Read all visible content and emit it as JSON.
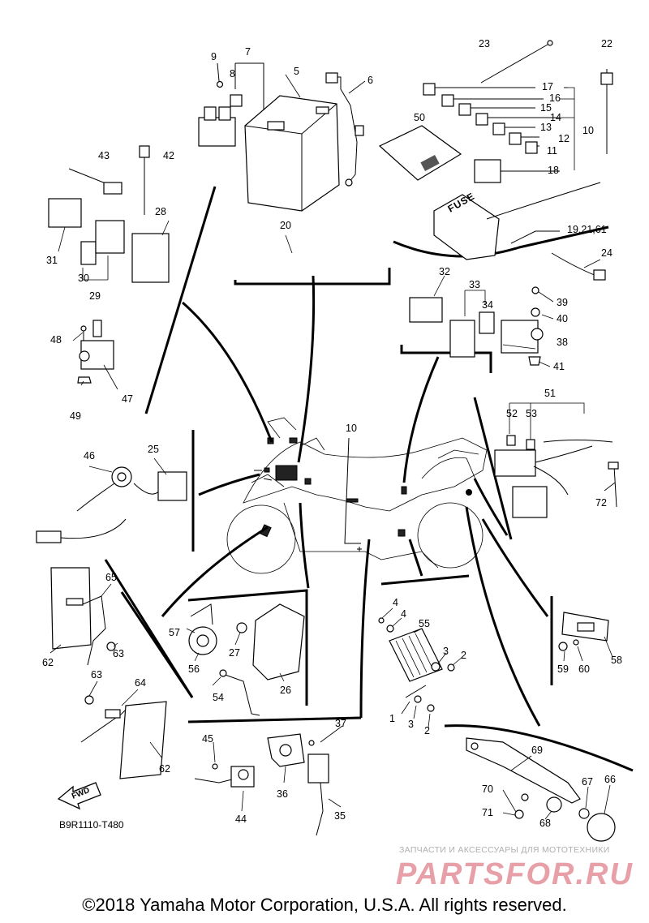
{
  "diagram": {
    "code": "B9R1110-T480",
    "fwd_label": "FWD",
    "fuse_box_label": "FUSE",
    "callouts": {
      "n1": "1",
      "n2a": "2",
      "n2b": "2",
      "n3a": "3",
      "n3b": "3",
      "n4a": "4",
      "n4b": "4",
      "n5": "5",
      "n6": "6",
      "n7": "7",
      "n8": "8",
      "n9": "9",
      "n10a": "10",
      "n10b": "10",
      "n11": "11",
      "n12": "12",
      "n13": "13",
      "n14": "14",
      "n15": "15",
      "n16": "16",
      "n17": "17",
      "n18": "18",
      "n19": "19,21,61",
      "n20": "20",
      "n22": "22",
      "n23": "23",
      "n24": "24",
      "n25": "25",
      "n26": "26",
      "n27": "27",
      "n28": "28",
      "n29": "29",
      "n30": "30",
      "n31": "31",
      "n32": "32",
      "n33": "33",
      "n34": "34",
      "n35": "35",
      "n36": "36",
      "n37": "37",
      "n38": "38",
      "n39": "39",
      "n40": "40",
      "n41": "41",
      "n42": "42",
      "n43": "43",
      "n44": "44",
      "n45": "45",
      "n46": "46",
      "n47": "47",
      "n48": "48",
      "n49": "49",
      "n50": "50",
      "n51": "51",
      "n52": "52",
      "n53": "53",
      "n54": "54",
      "n55": "55",
      "n56": "56",
      "n57": "57",
      "n58": "58",
      "n59": "59",
      "n60": "60",
      "n62a": "62",
      "n62b": "62",
      "n63a": "63",
      "n63b": "63",
      "n64": "64",
      "n65": "65",
      "n66": "66",
      "n67": "67",
      "n68": "68",
      "n69": "69",
      "n70": "70",
      "n71": "71",
      "n72": "72"
    }
  },
  "watermark": {
    "tagline": "ЗАПЧАСТИ И АКСЕССУАРЫ ДЛЯ МОТОТЕХНИКИ",
    "logo_text": "PARTSFOR.RU",
    "logo_color": "#e8a0a8"
  },
  "footer": {
    "copyright": "©2018 Yamaha Motor Corporation, U.S.A. All rights reserved."
  }
}
